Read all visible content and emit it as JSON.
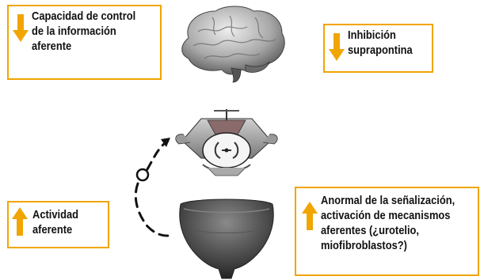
{
  "boxes": {
    "top_left": {
      "lines": [
        "Capacidad de control",
        "de la información",
        "aferente"
      ],
      "arrow": "down"
    },
    "top_right": {
      "lines": [
        "Inhibición",
        "suprapontina"
      ],
      "arrow": "down"
    },
    "bottom_left": {
      "lines": [
        "Actividad",
        "aferente"
      ],
      "arrow": "up"
    },
    "bottom_right": {
      "lines": [
        "Anormal de la señalización,",
        "activación de mecanismos",
        "aferentes (¿urotelio,",
        "miofibroblastos?)"
      ],
      "arrow": "up"
    }
  },
  "colors": {
    "accent": "#f0a500",
    "text": "#111111"
  },
  "organs": [
    "brain-icon",
    "spinal-cord-icon",
    "bladder-icon",
    "ganglion-icon"
  ]
}
